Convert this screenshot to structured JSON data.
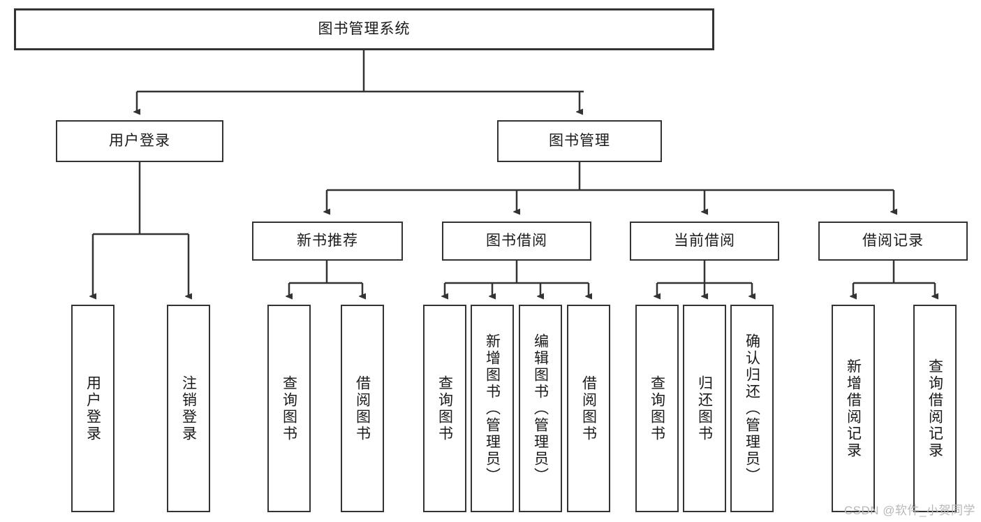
{
  "diagram": {
    "title": "图书管理系统",
    "type": "hierarchy-tree",
    "watermark": "CSDN @软件_小贺同学",
    "colors": {
      "stroke": "#333333",
      "fill": "#ffffff",
      "text": "#1a1a1a",
      "watermark": "#b8b8b8"
    },
    "nodes": {
      "root": {
        "label": "图书管理系统"
      },
      "level2": [
        {
          "label": "用户登录"
        },
        {
          "label": "图书管理"
        }
      ],
      "level3": [
        {
          "label": "新书推荐"
        },
        {
          "label": "图书借阅"
        },
        {
          "label": "当前借阅"
        },
        {
          "label": "借阅记录"
        }
      ],
      "leaves": {
        "user_login": [
          {
            "label": "用户登录"
          },
          {
            "label": "注销登录"
          }
        ],
        "new_book_recommend": [
          {
            "label": "查询图书"
          },
          {
            "label": "借阅图书"
          }
        ],
        "book_borrow": [
          {
            "label": "查询图书"
          },
          {
            "label": "新增图书（管理员）"
          },
          {
            "label": "编辑图书（管理员）"
          },
          {
            "label": "借阅图书"
          }
        ],
        "current_borrow": [
          {
            "label": "查询图书"
          },
          {
            "label": "归还图书"
          },
          {
            "label": "确认归还（管理员）"
          }
        ],
        "borrow_record": [
          {
            "label": "新增借阅记录"
          },
          {
            "label": "查询借阅记录"
          }
        ]
      }
    }
  }
}
